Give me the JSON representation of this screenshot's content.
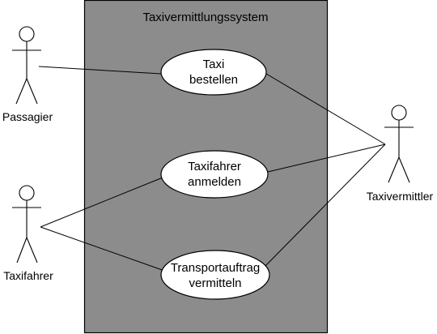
{
  "colors": {
    "system_fill": "#8c8c8c",
    "stroke": "#000000",
    "usecase_fill": "#ffffff",
    "background": "#ffffff"
  },
  "system": {
    "title": "Taxivermittlungssystem"
  },
  "actors": {
    "passagier": "Passagier",
    "taxifahrer": "Taxifahrer",
    "taxivermittler": "Taxivermittler"
  },
  "usecases": {
    "taxi_bestellen": {
      "line1": "Taxi",
      "line2": "bestellen"
    },
    "taxifahrer_anmelden": {
      "line1": "Taxifahrer",
      "line2": "anmelden"
    },
    "transportauftrag_vermitteln": {
      "line1": "Transportauftrag",
      "line2": "vermitteln"
    }
  }
}
